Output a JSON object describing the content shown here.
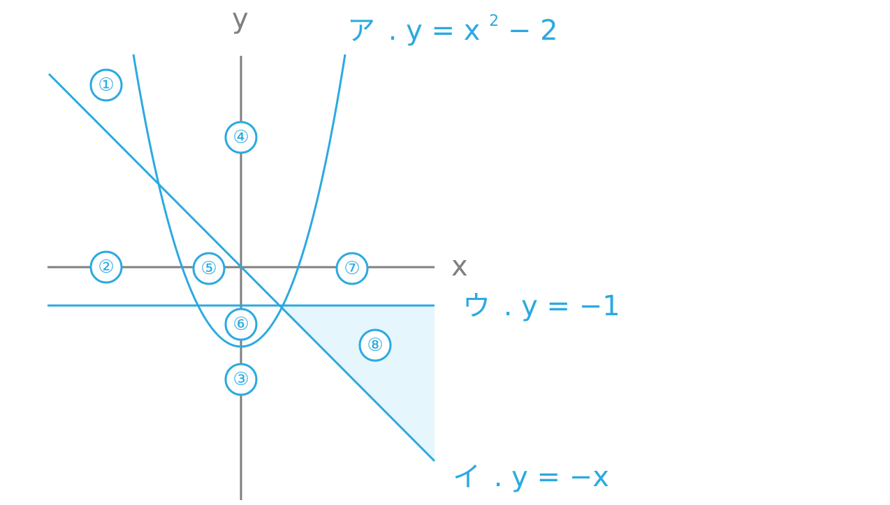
{
  "axes": {
    "x_label": "x",
    "y_label": "y",
    "color": "#7f7f7f"
  },
  "curves": {
    "parabola": {
      "label_kana": "ア",
      "label_text": ". y = x",
      "label_sup": "2",
      "label_tail": "− 2"
    },
    "line_neg_x": {
      "label_kana": "イ",
      "label_text": ". y = −x"
    },
    "line_neg_one": {
      "label_kana": "ウ",
      "label_text": ". y = −1"
    }
  },
  "regions": [
    "①",
    "②",
    "③",
    "④",
    "⑤",
    "⑥",
    "⑦",
    "⑧"
  ],
  "highlighted_region": "⑧",
  "colors": {
    "curve": "#2ba9e1",
    "fill": "#e6f6fd",
    "axis": "#7f7f7f"
  }
}
